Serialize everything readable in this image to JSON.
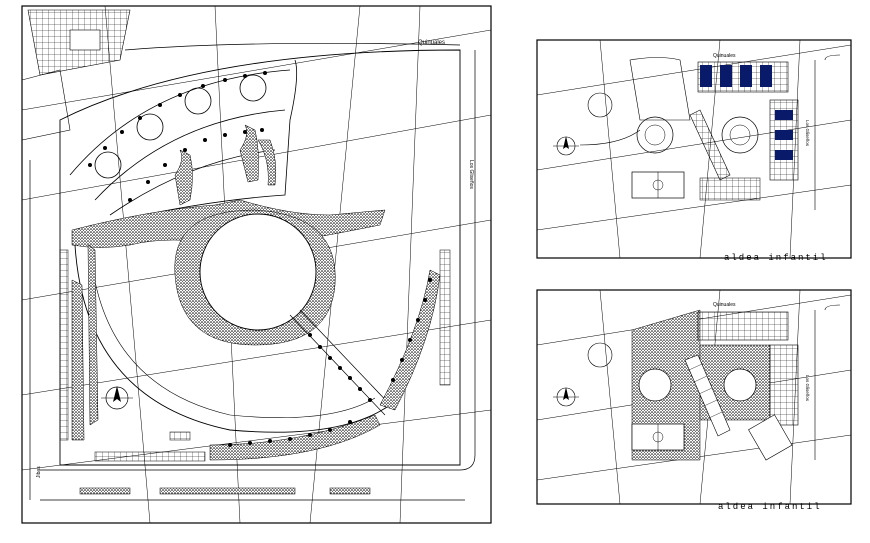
{
  "main_plan": {
    "street_top": "Quinuales",
    "street_right": "Los Gliseños",
    "street_bottom_left": "Jibas"
  },
  "top_right_plan": {
    "street_top": "Quinuales",
    "street_right": "Los Gliseños",
    "caption": "aldea infantil"
  },
  "bottom_right_plan": {
    "street_top": "Quinuales",
    "street_right": "Los Gliseños",
    "caption": "aldea infantil"
  },
  "colors": {
    "ink": "#000000",
    "paper": "#ffffff"
  },
  "icons": [
    "north-arrow-icon"
  ]
}
